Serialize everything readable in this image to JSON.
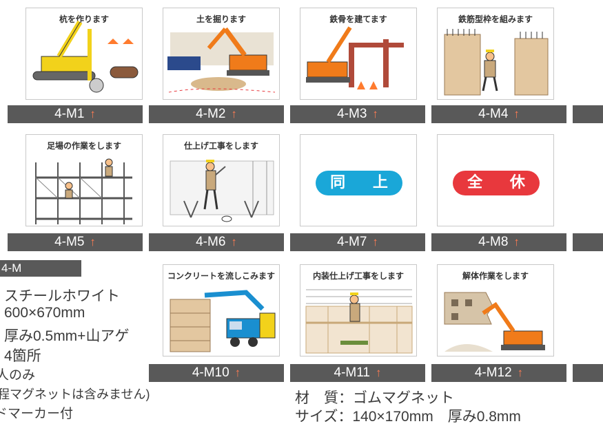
{
  "cards": [
    {
      "title": "杭を作ります",
      "label": "4-M1"
    },
    {
      "title": "土を掘ります",
      "label": "4-M2"
    },
    {
      "title": "鉄骨を建てます",
      "label": "4-M3"
    },
    {
      "title": "鉄筋型枠を組みます",
      "label": "4-M4"
    },
    {
      "title": "足場の作業をします",
      "label": "4-M5"
    },
    {
      "title": "仕上げ工事をします",
      "label": "4-M6"
    },
    {
      "title": "同 上",
      "label": "4-M7"
    },
    {
      "title": "全 休",
      "label": "4-M8"
    },
    {
      "title": "コンクリートを流しこみます",
      "label": "4-M10"
    },
    {
      "title": "内装仕上げ工事をします",
      "label": "4-M11"
    },
    {
      "title": "解体作業をします",
      "label": "4-M12"
    }
  ],
  "arrow_glyph": "↑",
  "pill_colors": {
    "same": "#1aa7d8",
    "rest": "#e8383d"
  },
  "arrow_color": "#ff7b52",
  "spec": {
    "code": "4-M",
    "lines": [
      "スチールホワイト",
      "600×670mm",
      "厚み0.5mm+山アゲ",
      "4箇所",
      "人のみ",
      "程マグネットは含みません)",
      "ドマーカー付"
    ]
  },
  "material": {
    "material_line": "材　質：ゴムマグネット",
    "size_line": "サイズ：140×170mm　厚み0.8mm"
  }
}
